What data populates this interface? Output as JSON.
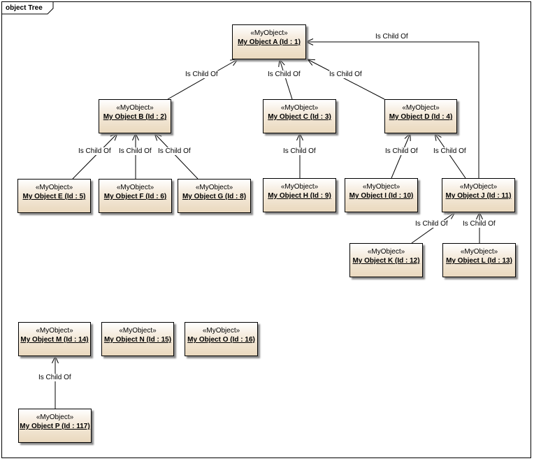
{
  "diagram": {
    "title": "object Tree",
    "stereotype": "«MyObject»",
    "edge_label": "Is Child Of"
  },
  "nodes": {
    "A": "My Object A (Id : 1)",
    "B": "My Object B (Id : 2)",
    "C": "My Object C (Id : 3)",
    "D": "My Object D (Id : 4)",
    "E": "My Object E (Id : 5)",
    "F": "My Object F (Id : 6)",
    "G": "My Object G (Id : 8)",
    "H": "My Object H (Id : 9)",
    "I": "My Object I (Id : 10)",
    "J": "My Object J (Id : 11)",
    "K": "My Object K (Id : 12)",
    "L": "My Object L (Id : 13)",
    "M": "My Object M (Id : 14)",
    "N": "My Object N (Id : 15)",
    "O": "My Object O (Id : 16)",
    "P": "My Object P (Id : 117)"
  },
  "relations": [
    {
      "child": "B",
      "parent": "A",
      "label": "Is Child Of"
    },
    {
      "child": "C",
      "parent": "A",
      "label": "Is Child Of"
    },
    {
      "child": "D",
      "parent": "A",
      "label": "Is Child Of"
    },
    {
      "child": "J",
      "parent": "A",
      "label": "Is Child Of"
    },
    {
      "child": "E",
      "parent": "B",
      "label": "Is Child Of"
    },
    {
      "child": "F",
      "parent": "B",
      "label": "Is Child Of"
    },
    {
      "child": "G",
      "parent": "B",
      "label": "Is Child Of"
    },
    {
      "child": "H",
      "parent": "C",
      "label": "Is Child Of"
    },
    {
      "child": "I",
      "parent": "D",
      "label": "Is Child Of"
    },
    {
      "child": "J",
      "parent": "D",
      "label": "Is Child Of"
    },
    {
      "child": "K",
      "parent": "J",
      "label": "Is Child Of"
    },
    {
      "child": "L",
      "parent": "J",
      "label": "Is Child Of"
    },
    {
      "child": "P",
      "parent": "M",
      "label": "Is Child Of"
    }
  ]
}
